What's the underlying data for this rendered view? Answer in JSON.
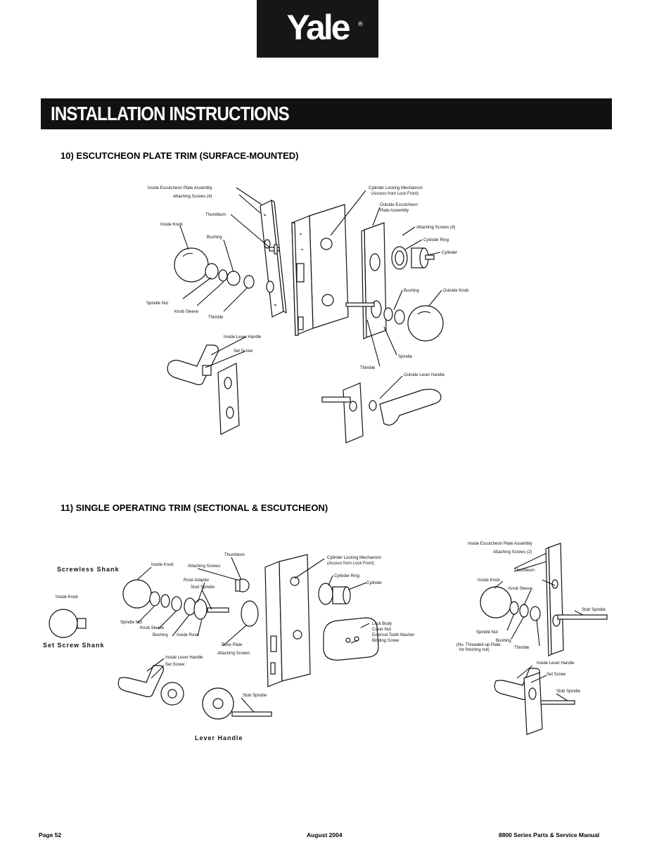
{
  "header": {
    "brand": "Yale",
    "brand_mark": "®",
    "banner_title": "INSTALLATION INSTRUCTIONS"
  },
  "sections": [
    {
      "heading": "10) ESCUTCHEON PLATE TRIM (SURFACE-MOUNTED)",
      "labels": {
        "inside_plate": "Inside Escutcheon Plate Assembly",
        "attaching_screws": "Attaching Screws (4)",
        "thumbturn": "Thumbturn",
        "inside_knob": "Inside Knob",
        "bushing": "Bushing",
        "spindle_nut": "Spindle Nut",
        "knob_sleeve": "Knob Sleeve",
        "thimble": "Thimble",
        "inside_lever": "Inside Lever Handle",
        "set_screw": "Set Screw",
        "cyl_locking": "Cylinder Locking Mechanism",
        "cyl_locking_note": "(Access from Lock Front)",
        "outside_plate": "Outside Escutcheon",
        "outside_plate_2": "Plate Assembly",
        "attaching_screws_out": "Attaching Screws (4)",
        "cylinder_ring": "Cylinder Ring",
        "cylinder": "Cylinder",
        "bushing_out": "Bushing",
        "outside_knob": "Outside Knob",
        "spindle": "Spindle",
        "thimble_out": "Thimble",
        "outside_lever": "Outside Lever Handle"
      }
    },
    {
      "heading": "11) SINGLE OPERATING TRIM (SECTIONAL & ESCUTCHEON)",
      "labels": {
        "screwless_shank": "Screwless Shank",
        "set_screw_shank": "Set Screw Shank",
        "lever_handle": "Lever Handle",
        "inside_knob": "Inside Knob",
        "inside_knob_small": "Inside Knob",
        "attaching_screws": "Attaching Screws",
        "thumbturn": "Thumbturn",
        "rose_adapter": "Rose Adapter",
        "stud_spindle": "Stud Spindle",
        "spindle_nut": "Spindle Nut",
        "knob_sleeve": "Knob Sleeve",
        "bushing": "Bushing",
        "inside_rose": "Inside Rose",
        "rose_plate": "Rose Plate",
        "attaching_screws_2": "Attaching Screws",
        "cyl_locking": "Cylinder Locking Mechanism",
        "cyl_locking_note": "(Access from Lock Front)",
        "cylinder_ring": "Cylinder Ring",
        "cylinder": "Cylinder",
        "lock_body": "Lock Body",
        "cover_nut": "Cover Nut",
        "external_tooth_washer": "External Tooth Washer",
        "binding_screw": "Binding Screw",
        "inside_lever": "Inside Lever Handle",
        "set_screw": "Set Screw",
        "stub_spindle": "Stub Spindle",
        "esc_inside_plate": "Inside Escutcheon Plate Assembly",
        "esc_attaching_screws": "Attaching Screws (2)",
        "esc_thumbturn": "Thumbturn",
        "esc_inside_knob": "Inside Knob",
        "esc_knob_sleeve": "Knob Sleeve",
        "esc_stub_spindle": "Stub Spindle",
        "esc_spindle_nut": "Spindle Nut",
        "esc_bushing": "Bushing",
        "esc_thimble": "Thimble",
        "esc_note": "(No. Threaded-up Plate",
        "esc_note_2": "for finishing nut)",
        "esc_inside_lever": "Inside Lever Handle",
        "esc_set_screw": "Set Screw",
        "esc_stub_spindle_2": "Stub Spindle"
      }
    }
  ],
  "footer": {
    "page": "Page 52",
    "date": "August 2004",
    "manual": "8800 Series Parts & Service Manual"
  },
  "colors": {
    "banner_bg": "#111111",
    "logo_bg": "#161616",
    "text": "#000000"
  }
}
